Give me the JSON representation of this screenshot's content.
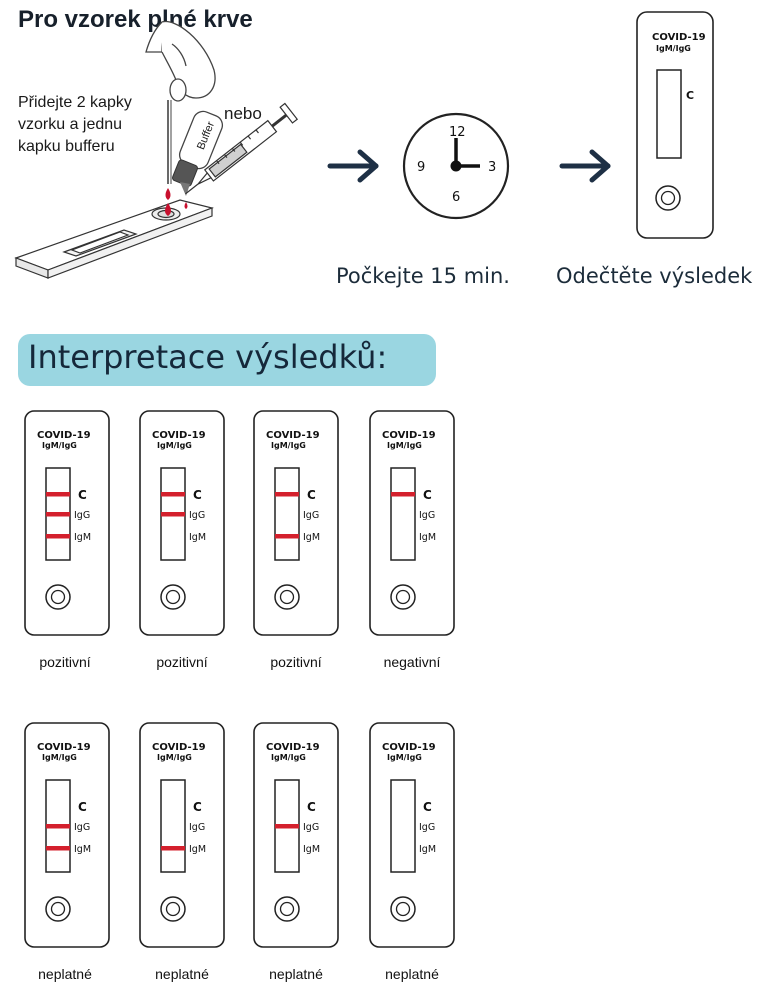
{
  "title": "Pro vzorek plné krve",
  "instruction": "Přidejte 2 kapky vzorku a jednu kapku bufferu",
  "or_label": "nebo",
  "buffer_label": "Buffer",
  "clock": {
    "n12": "12",
    "n3": "3",
    "n6": "6",
    "n9": "9"
  },
  "wait_caption": "Počkejte 15 min.",
  "read_caption": "Odečtěte výsledek",
  "big_cassette": {
    "title": "COVID-19",
    "subtitle": "IgM/IgG",
    "c_label": "C"
  },
  "interpretation_heading": "Interpretace výsledků:",
  "cassette_text": {
    "title": "COVID-19",
    "subtitle": "IgM/IgG",
    "c": "C",
    "igg": "IgG",
    "igm": "IgM"
  },
  "line_color": "#d4202d",
  "results": [
    {
      "label": "pozitivní",
      "lines": {
        "c": true,
        "igg": true,
        "igm": true
      }
    },
    {
      "label": "pozitivní",
      "lines": {
        "c": true,
        "igg": true,
        "igm": false
      }
    },
    {
      "label": "pozitivní",
      "lines": {
        "c": true,
        "igg": false,
        "igm": true
      }
    },
    {
      "label": "negativní",
      "lines": {
        "c": true,
        "igg": false,
        "igm": false
      }
    },
    {
      "label": "neplatné",
      "lines": {
        "c": false,
        "igg": true,
        "igm": true
      }
    },
    {
      "label": "neplatné",
      "lines": {
        "c": false,
        "igg": false,
        "igm": true
      }
    },
    {
      "label": "neplatné",
      "lines": {
        "c": false,
        "igg": true,
        "igm": false
      }
    },
    {
      "label": "neplatné",
      "lines": {
        "c": false,
        "igg": false,
        "igm": false
      }
    }
  ]
}
